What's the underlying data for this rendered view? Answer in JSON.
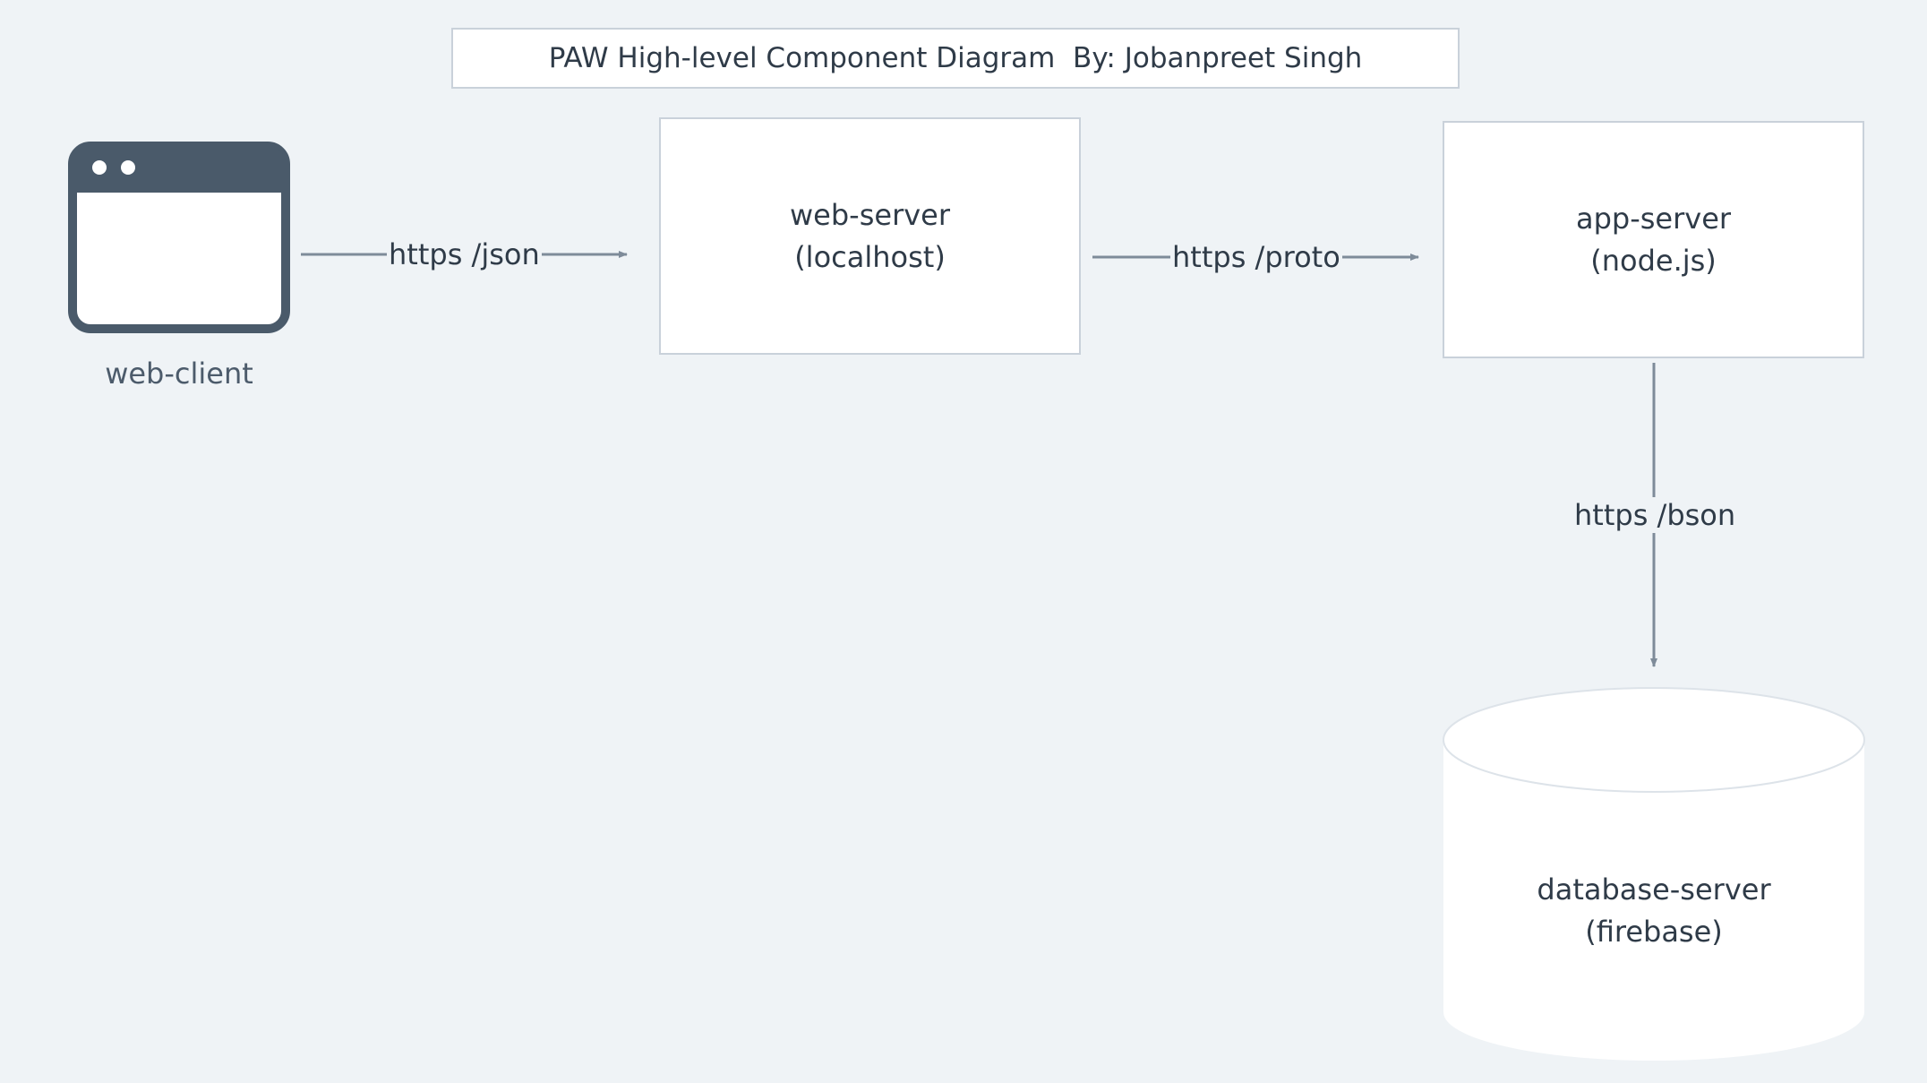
{
  "title": "PAW High-level Component Diagram  By: Jobanpreet Singh",
  "nodes": {
    "web_client": {
      "label": "web-client",
      "icon": "browser-window-icon"
    },
    "web_server": {
      "name": "web-server",
      "detail": "(localhost)"
    },
    "app_server": {
      "name": "app-server",
      "detail": "(node.js)"
    },
    "database_server": {
      "name": "database-server",
      "detail": "(firebase)",
      "icon": "database-cylinder-icon"
    }
  },
  "edges": [
    {
      "from": "web-client",
      "to": "web-server",
      "label": "https /json"
    },
    {
      "from": "web-server",
      "to": "app-server",
      "label": "https /proto"
    },
    {
      "from": "app-server",
      "to": "database-server",
      "label": "https /bson"
    }
  ],
  "colors": {
    "background": "#eff3f6",
    "box_fill": "#ffffff",
    "box_border": "#c9d1da",
    "connector": "#7e8b99",
    "icon": "#4a5a6a",
    "text": "#2f3b48"
  }
}
